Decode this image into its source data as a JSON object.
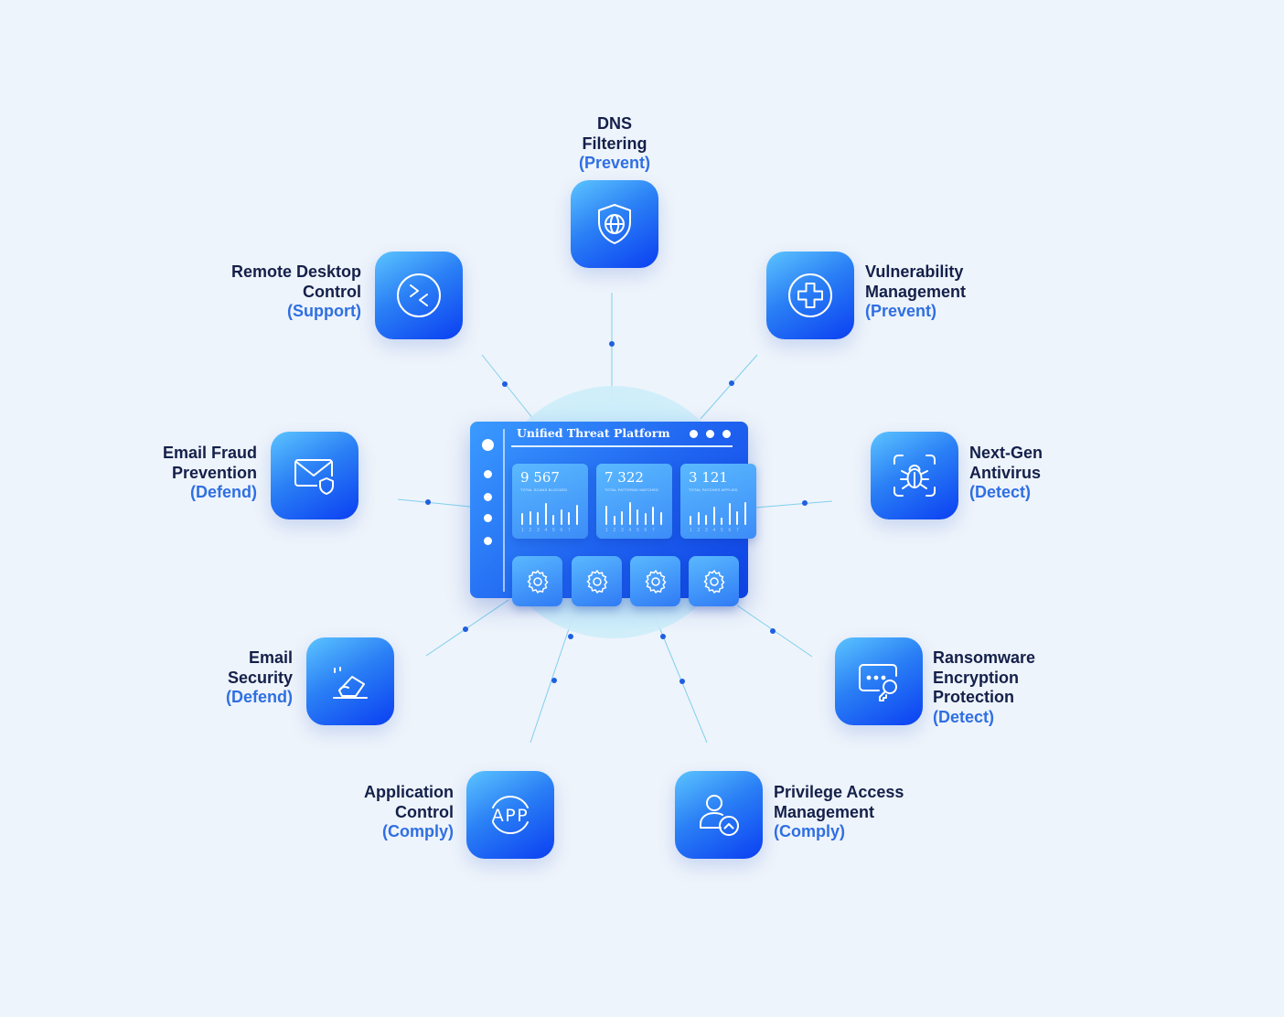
{
  "dashboard": {
    "title": "Unified Threat Platform",
    "stats": [
      {
        "value": "9 567",
        "caption": "TOTAL SCANS BLOCKED",
        "bars": [
          0.45,
          0.55,
          0.5,
          0.85,
          0.4,
          0.6,
          0.5,
          0.8
        ],
        "ticks": [
          "1",
          "2",
          "3",
          "4",
          "5",
          "6",
          "7"
        ]
      },
      {
        "value": "7 322",
        "caption": "TOTAL PATTERNS MATCHED",
        "bars": [
          0.75,
          0.35,
          0.55,
          0.9,
          0.6,
          0.45,
          0.7,
          0.5
        ],
        "ticks": [
          "1",
          "2",
          "3",
          "4",
          "5",
          "6",
          "7"
        ]
      },
      {
        "value": "3 121",
        "caption": "TOTAL PATCHES APPLIED",
        "bars": [
          0.35,
          0.5,
          0.4,
          0.7,
          0.3,
          0.85,
          0.55,
          0.9
        ],
        "ticks": [
          "1",
          "2",
          "3",
          "4",
          "5",
          "6",
          "7"
        ]
      }
    ]
  },
  "modules": [
    {
      "id": "dns-filtering",
      "name": "DNS\nFiltering",
      "category": "(Prevent)",
      "icon": "shield-globe-icon"
    },
    {
      "id": "vulnerability-management",
      "name": "Vulnerability\nManagement",
      "category": "(Prevent)",
      "icon": "medical-cross-icon"
    },
    {
      "id": "next-gen-antivirus",
      "name": "Next-Gen\nAntivirus",
      "category": "(Detect)",
      "icon": "bug-scan-icon"
    },
    {
      "id": "ransomware-encryption-protection",
      "name": "Ransomware\nEncryption\nProtection",
      "category": "(Detect)",
      "icon": "password-key-icon"
    },
    {
      "id": "privilege-access-management",
      "name": "Privilege Access\nManagement",
      "category": "(Comply)",
      "icon": "user-privilege-icon"
    },
    {
      "id": "application-control",
      "name": "Application\nControl",
      "category": "(Comply)",
      "icon": "app-icon"
    },
    {
      "id": "email-security",
      "name": "Email\nSecurity",
      "category": "(Defend)",
      "icon": "eraser-icon"
    },
    {
      "id": "email-fraud-prevention",
      "name": "Email Fraud\nPrevention",
      "category": "(Defend)",
      "icon": "mail-shield-icon"
    },
    {
      "id": "remote-desktop-control",
      "name": "Remote Desktop\nControl",
      "category": "(Support)",
      "icon": "remote-arrows-icon"
    }
  ],
  "app_icon_text": "APP",
  "colors": {
    "accent": "#2f6fe3",
    "text": "#14204a",
    "tile_top": "#5cc4ff",
    "tile_bottom": "#0b3ff2",
    "connector": "#7fd0ee",
    "dot": "#1f5fe0",
    "background": "#eef4fb"
  }
}
